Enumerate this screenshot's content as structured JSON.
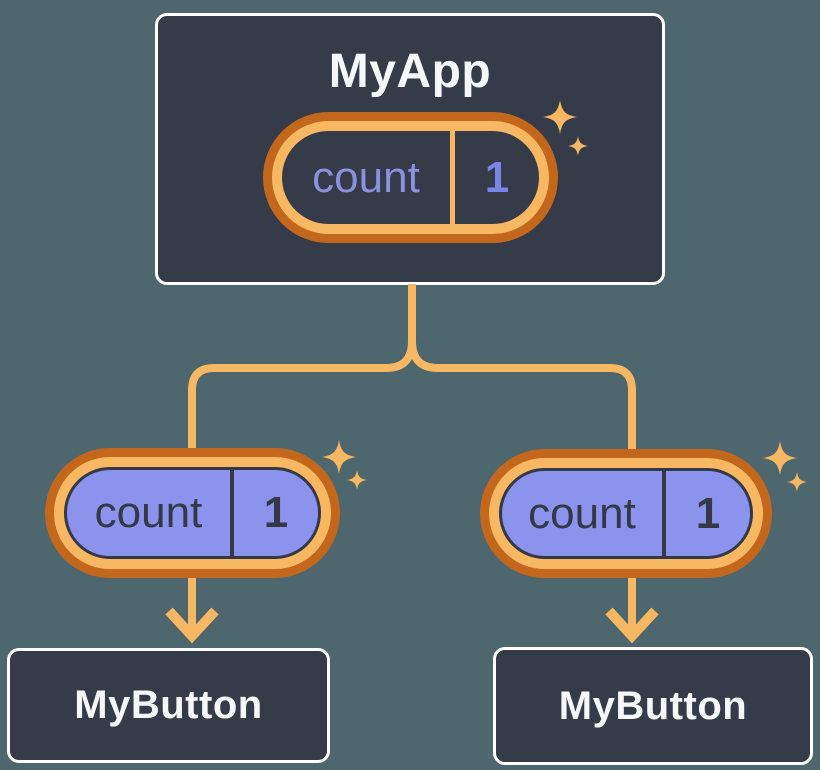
{
  "colors": {
    "bg": "#4E666D",
    "box": "#353B48",
    "box-border": "#FFFFFF",
    "orange": "#F8B763",
    "orange-dark": "#C3671D",
    "purple": "#8B93EC",
    "ink": "#333947",
    "text-light": "#F6F7F9",
    "label-purple": "#8A92DE",
    "value-purple": "#7A85E8"
  },
  "icons": {
    "sparkle": "✦",
    "arrowhead": "↓"
  },
  "tree": {
    "root": {
      "title": "MyApp",
      "state_pill": {
        "label": "count",
        "value": "1"
      }
    },
    "children": [
      {
        "title": "MyButton",
        "prop_pill": {
          "label": "count",
          "value": "1"
        }
      },
      {
        "title": "MyButton",
        "prop_pill": {
          "label": "count",
          "value": "1"
        }
      }
    ]
  }
}
